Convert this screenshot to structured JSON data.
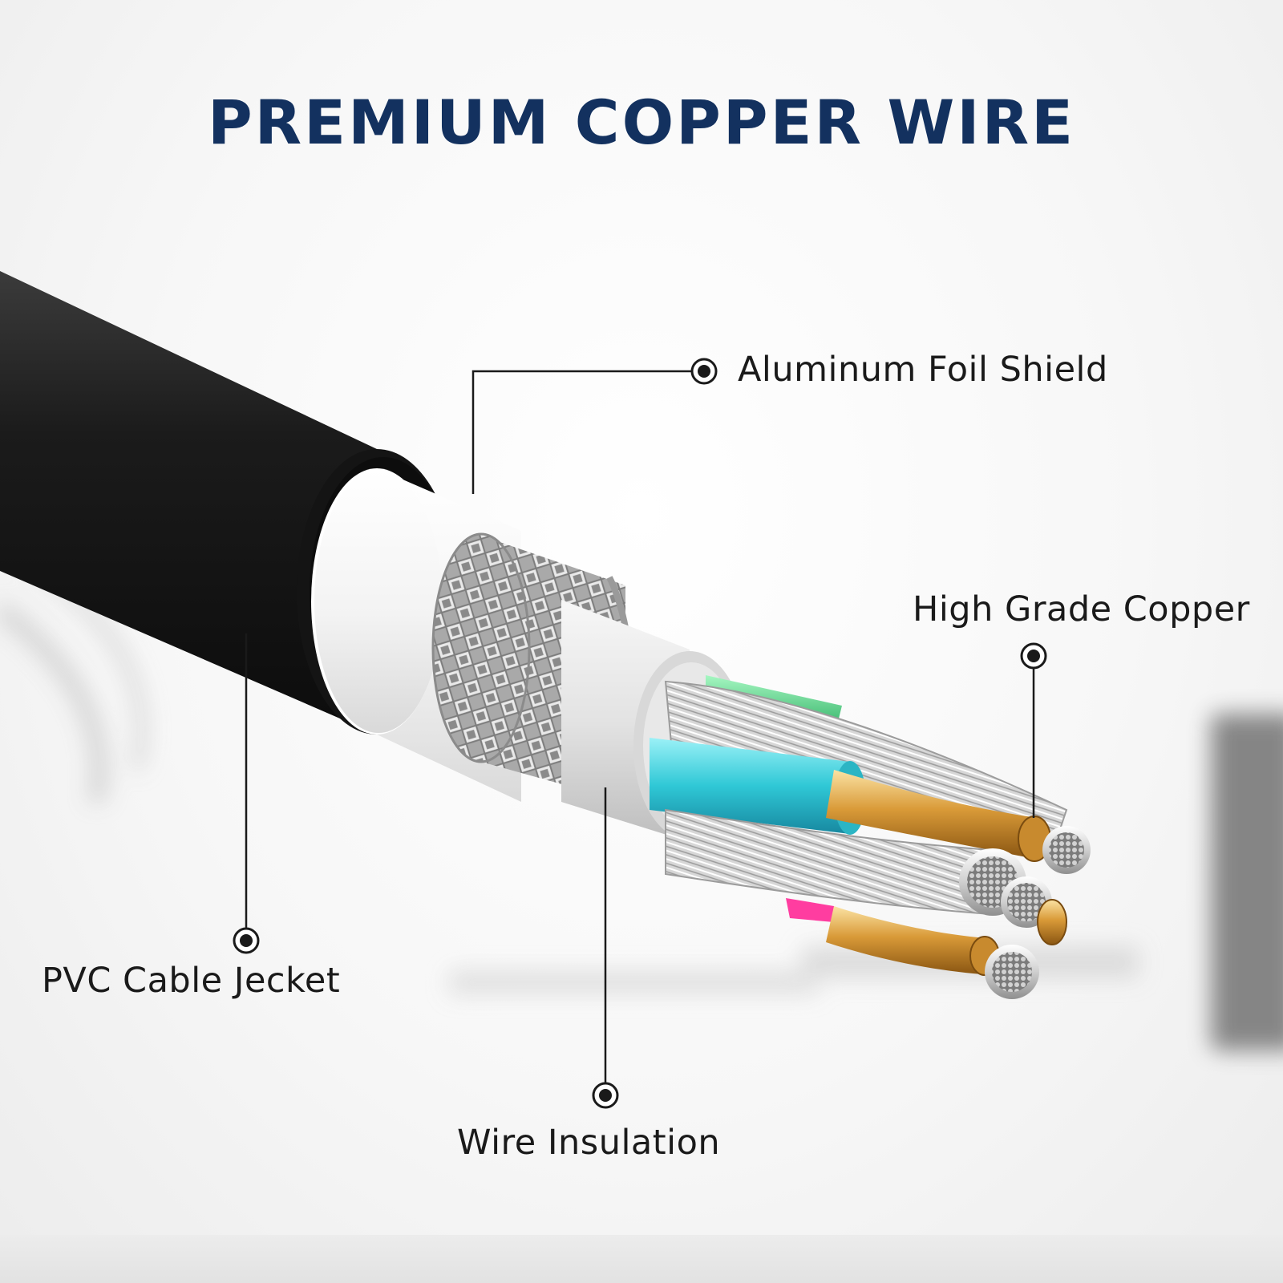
{
  "title": "PREMIUM COPPER WIRE",
  "callouts": {
    "aluminum_foil_shield": "Aluminum Foil Shield",
    "high_grade_copper": "High Grade Copper",
    "pvc_cable_jacket": "PVC Cable Jecket",
    "wire_insulation": "Wire Insulation"
  },
  "colors": {
    "title": "#13315f",
    "jacket": "#1b1b1b",
    "foil": "#f2f2f2",
    "braid": "#b9b9b9",
    "copper": "#d99a38",
    "wire_green": "#3fd07a",
    "wire_cyan": "#2fc8d6",
    "wire_pink": "#ff3da0"
  }
}
